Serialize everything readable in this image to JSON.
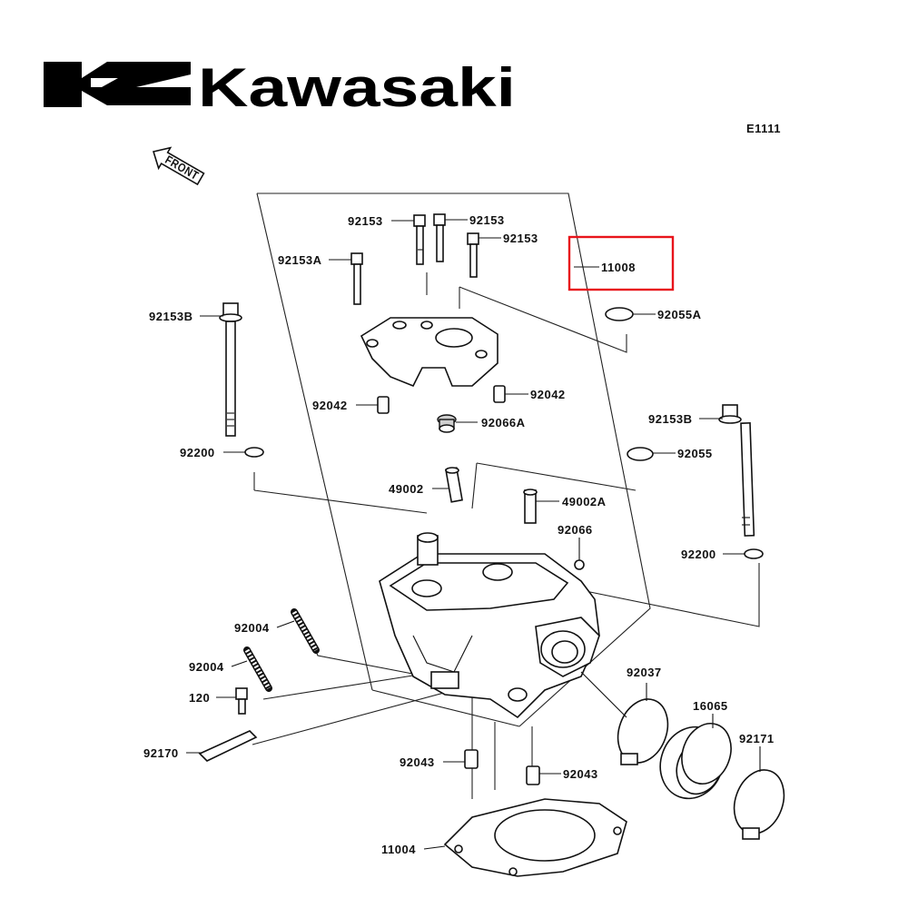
{
  "brand": {
    "name": "Kawasaki"
  },
  "diagram_code": "E1111",
  "front_arrow": "FRONT",
  "highlight": {
    "part_number": "11008",
    "color": "#e8141b"
  },
  "part_labels": {
    "p92153_a": "92153",
    "p92153_b": "92153",
    "p92153_c": "92153",
    "p92153A": "92153A",
    "p11008": "11008",
    "p92055A": "92055A",
    "p92153B_left": "92153B",
    "p92042_left": "92042",
    "p92042_right": "92042",
    "p92066A": "92066A",
    "p92153B_right": "92153B",
    "p92200_left": "92200",
    "p92055": "92055",
    "p49002": "49002",
    "p49002A": "49002A",
    "p92066": "92066",
    "p92200_right": "92200",
    "p92004_a": "92004",
    "p92004_b": "92004",
    "p92037": "92037",
    "p120": "120",
    "p16065": "16065",
    "p92171": "92171",
    "p92170": "92170",
    "p92043_left": "92043",
    "p92043_right": "92043",
    "p11004": "11004"
  }
}
